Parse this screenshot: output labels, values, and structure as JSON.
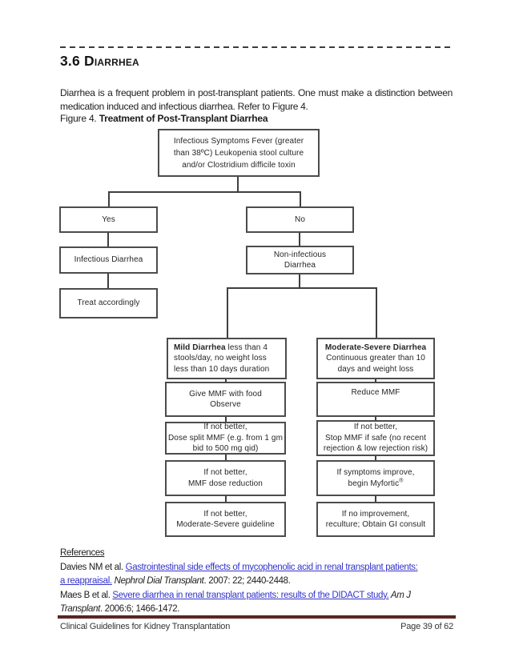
{
  "colors": {
    "link_blue": "#3333cc",
    "footer_rule_maroon": "#5f2824"
  },
  "header": {
    "section_heading": "3.6 Diarrhea",
    "intro": "Diarrhea is a frequent problem in post-transplant patients. One must make a distinction between medication induced and infectious diarrhea. Refer to Figure 4.",
    "figure_label": "Figure 4. ",
    "figure_title": "Treatment of Post-Transplant Diarrhea"
  },
  "flowchart": {
    "root_box": {
      "lines": [
        "Infectious Symptoms Fever (greater",
        "than 38ºC) Leukopenia stool culture",
        "and/or Clostridium difficile toxin"
      ]
    },
    "yes_box": {
      "label": "Yes"
    },
    "no_box": {
      "label": "No"
    },
    "infectious_box": {
      "label": "Infectious Diarrhea"
    },
    "noninfectious_box": {
      "lines": [
        "Non-infectious",
        "Diarrhea"
      ]
    },
    "treat_box": {
      "label": "Treat accordingly"
    },
    "mild_box": {
      "bold": "Mild Diarrhea",
      "line1_rest": " less than 4",
      "lines": [
        "stools/day, no weight loss",
        "less than 10 days duration"
      ]
    },
    "moderate_box": {
      "bold": "Moderate-Severe Diarrhea",
      "lines": [
        "Continuous greater than 10",
        "days and weight loss"
      ]
    },
    "give_box": {
      "lines": [
        "Give MMF with food",
        "Observe"
      ]
    },
    "reduce_box": {
      "label": "Reduce MMF"
    },
    "dosesplit_box": {
      "lines": [
        "If not better,",
        "Dose split MMF (e.g. from 1 gm",
        "bid to 500 mg qid)"
      ]
    },
    "stop_box": {
      "lines": [
        "If not better,",
        "Stop MMF if safe (no recent",
        "rejection & low rejection risk)"
      ]
    },
    "mmfdose_box": {
      "lines": [
        "If not better,",
        "MMF dose reduction"
      ]
    },
    "myfortic_box": {
      "line1": "If symptoms improve,",
      "line2": "begin Myfortic",
      "reg": "®"
    },
    "guideline_box": {
      "lines": [
        "If not better,",
        "Moderate-Severe guideline"
      ]
    },
    "reculture_box": {
      "lines": [
        "If no improvement,",
        "reculture; Obtain GI consult"
      ]
    }
  },
  "references": {
    "heading": "References",
    "ref1": {
      "prefix": "Davies NM et al. ",
      "link_line1": "Gastrointestinal side effects of mycophenolic acid in renal transplant patients:",
      "link_line2": "a reappraisal.",
      "journal": " Nephrol Dial Transplant",
      "tail": ". 2007: 22; 2440-2448."
    },
    "ref2": {
      "prefix": "Maes B et al. ",
      "link": "Severe diarrhea in renal transplant patients: results of the DIDACT study.",
      "journal_line1": " Am J",
      "journal_line2": "Transplant",
      "tail": ". 2006:6; 1466-1472."
    }
  },
  "footer": {
    "left": "Clinical Guidelines for Kidney Transplantation",
    "page": "Page 39 of 62"
  }
}
